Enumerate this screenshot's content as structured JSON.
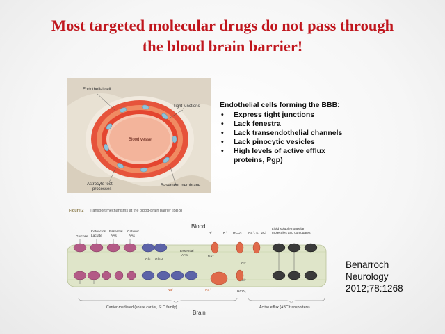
{
  "slide": {
    "title_line1": "Most targeted molecular drugs do not pass through",
    "title_line2": "the blood brain barrier!"
  },
  "figure1": {
    "labels": {
      "endothelial_cell": "Endothelial cell",
      "tight_junctions": "Tight junctions",
      "blood_vessel": "Blood vessel",
      "astrocyte_foot_line1": "Astrocyte foot",
      "astrocyte_foot_line2": "processes",
      "basement_membrane": "Basement membrane"
    }
  },
  "bbb_panel": {
    "heading": "Endothelial cells forming the BBB:",
    "bullet": "•",
    "items": [
      "Express tight junctions",
      "Lack fenestra",
      "Lack transendothelial channels",
      "Lack pinocytic vesicles",
      "High levels of active efflux proteins, Pgp)"
    ]
  },
  "figure2": {
    "caption_label": "Figure 2",
    "caption_text": "Transport mechanisms at the blood-brain barrier (BBB)",
    "blood_label": "Blood",
    "brain_label": "Brain",
    "substrates": {
      "glucose": "Glucose",
      "ketoacids_line1": "Ketoacids",
      "ketoacids_line2": "Lactate",
      "essential_line1": "Essential",
      "essential_line2": "AAs",
      "cationic_line1": "Cationic",
      "cationic_line2": "AAs",
      "essential2_line1": "Essential",
      "essential2_line2": "AAs",
      "glu": "Glu",
      "gln": "GlnN",
      "h": "H⁺",
      "k": "K⁺",
      "hco3": "HCO₃",
      "na_k_cl": "Na⁺, K⁺  2Cl⁻",
      "na": "Na⁺",
      "cl1": "Cl⁻",
      "cl2": "Cl⁻",
      "hco3_b": "HCO₃",
      "na_b": "Na⁺",
      "na_c": "Na⁺",
      "lipid_line1": "Lipid soluble nonpolar",
      "lipid_line2": "molecules and conjugates"
    },
    "carrier_mediated": "Carrier-mediated (solute carrier, SLC family)",
    "active_efflux": "Active efflux (ABC transporters)"
  },
  "citation": {
    "line1": "Benarroch",
    "line2": "Neurology",
    "line3": "2012;78:1268"
  },
  "colors": {
    "title": "#c0161d",
    "slc_transporter": "#b35a86",
    "abc_transporter": "#4f5596",
    "ion_channel": "#e06a4a",
    "efflux_pump": "#3a3a3a",
    "cell_membrane": "#cfd8b4"
  }
}
